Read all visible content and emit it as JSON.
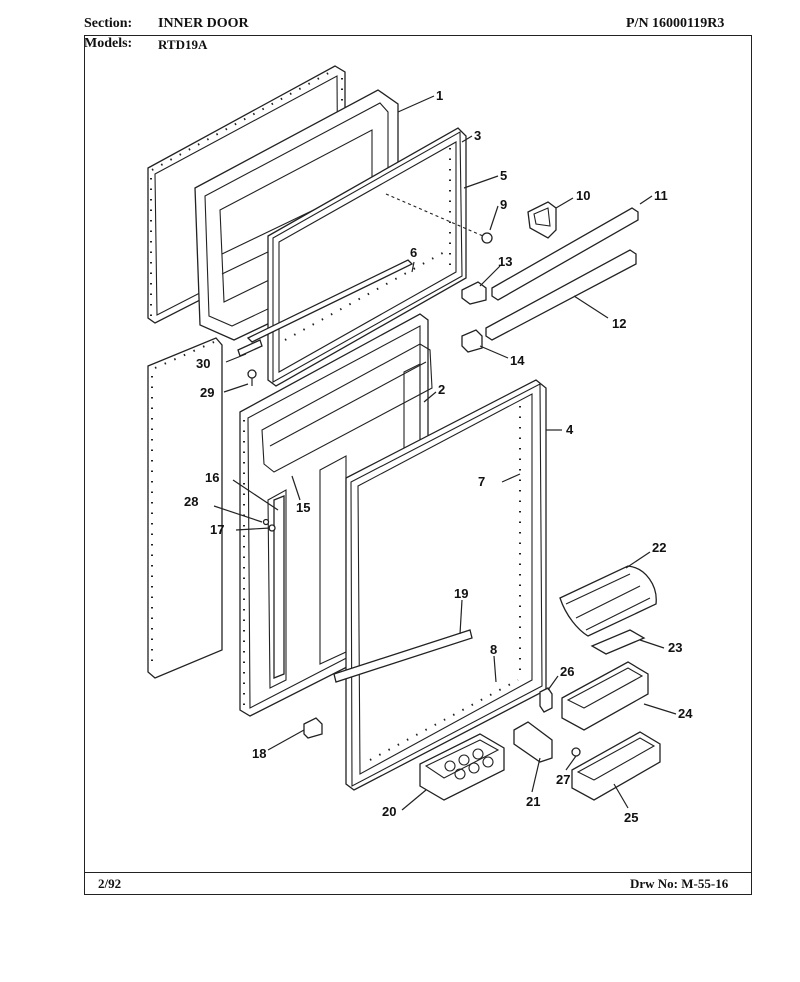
{
  "header": {
    "section_label": "Section:",
    "section_value": "INNER DOOR",
    "part_number": "P/N 16000119R3",
    "models_label": "Models:",
    "models_value": "RTD19A"
  },
  "footer": {
    "date": "2/92",
    "drawing_no": "Drw No: M-55-16"
  },
  "callouts": [
    "1",
    "2",
    "3",
    "4",
    "5",
    "6",
    "7",
    "8",
    "9",
    "10",
    "11",
    "12",
    "13",
    "14",
    "15",
    "16",
    "17",
    "18",
    "19",
    "20",
    "21",
    "22",
    "23",
    "24",
    "25",
    "26",
    "27",
    "28",
    "29",
    "30"
  ]
}
